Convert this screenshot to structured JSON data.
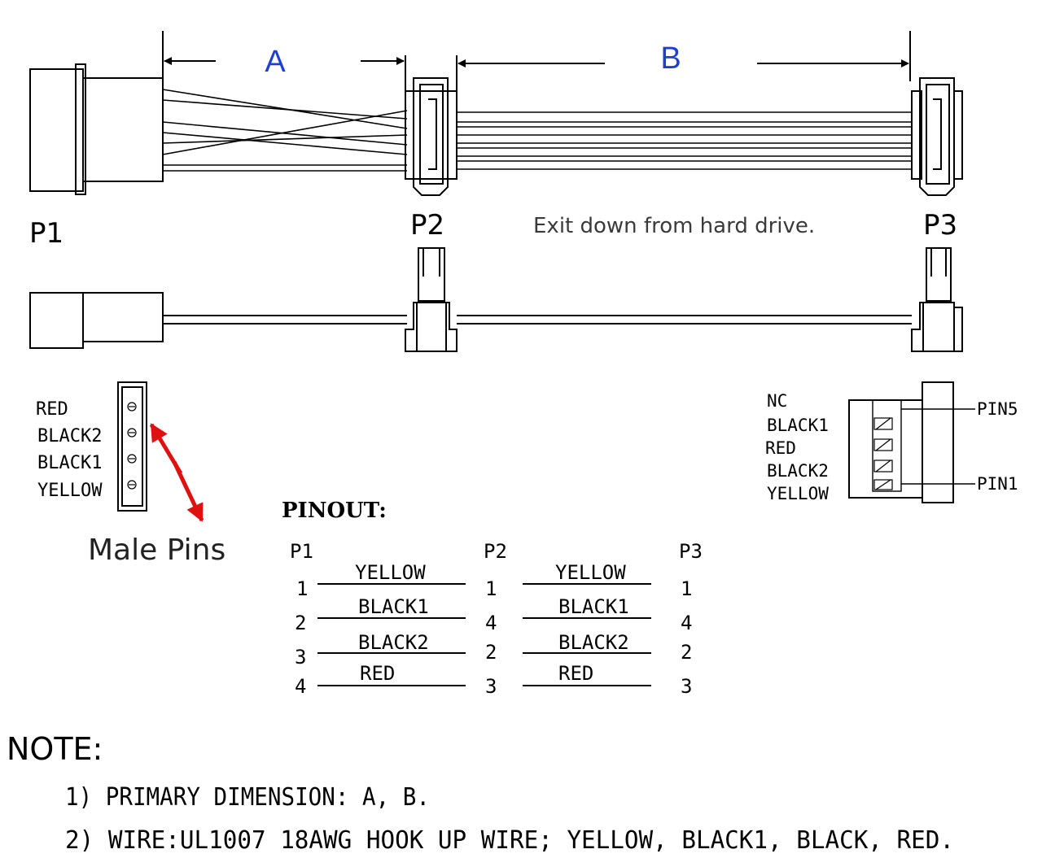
{
  "colors": {
    "line": "#000000",
    "dimension_label": "#1f3fd0",
    "arrow": "#e01010",
    "annotation": "#3a3a3a"
  },
  "dimensions": {
    "a": "A",
    "b": "B"
  },
  "connectors": {
    "p1": "P1",
    "p2": "P2",
    "p3": "P3"
  },
  "annotation_exit": "Exit down from hard drive.",
  "p1_face": {
    "labels": [
      "RED",
      "BLACK2",
      "BLACK1",
      "YELLOW"
    ],
    "male_pins": "Male Pins"
  },
  "sata_face": {
    "labels": [
      "NC",
      "BLACK1",
      "RED",
      "BLACK2",
      "YELLOW"
    ],
    "pin5": "PIN5",
    "pin1": "PIN1"
  },
  "pinout": {
    "title": "PINOUT:",
    "headers": [
      "P1",
      "P2",
      "P3"
    ],
    "rows": [
      {
        "p1": "1",
        "wire_a": "YELLOW",
        "p2": "1",
        "wire_b": "YELLOW",
        "p3": "1"
      },
      {
        "p1": "2",
        "wire_a": "BLACK1",
        "p2": "4",
        "wire_b": "BLACK1",
        "p3": "4"
      },
      {
        "p1": "3",
        "wire_a": "BLACK2",
        "p2": "2",
        "wire_b": "BLACK2",
        "p3": "2"
      },
      {
        "p1": "4",
        "wire_a": "RED",
        "p2": "3",
        "wire_b": "RED",
        "p3": "3"
      }
    ]
  },
  "notes": {
    "title": "NOTE:",
    "items": [
      "1) PRIMARY DIMENSION: A, B.",
      "2) WIRE:UL1007 18AWG HOOK UP WIRE; YELLOW, BLACK1, BLACK, RED."
    ]
  }
}
